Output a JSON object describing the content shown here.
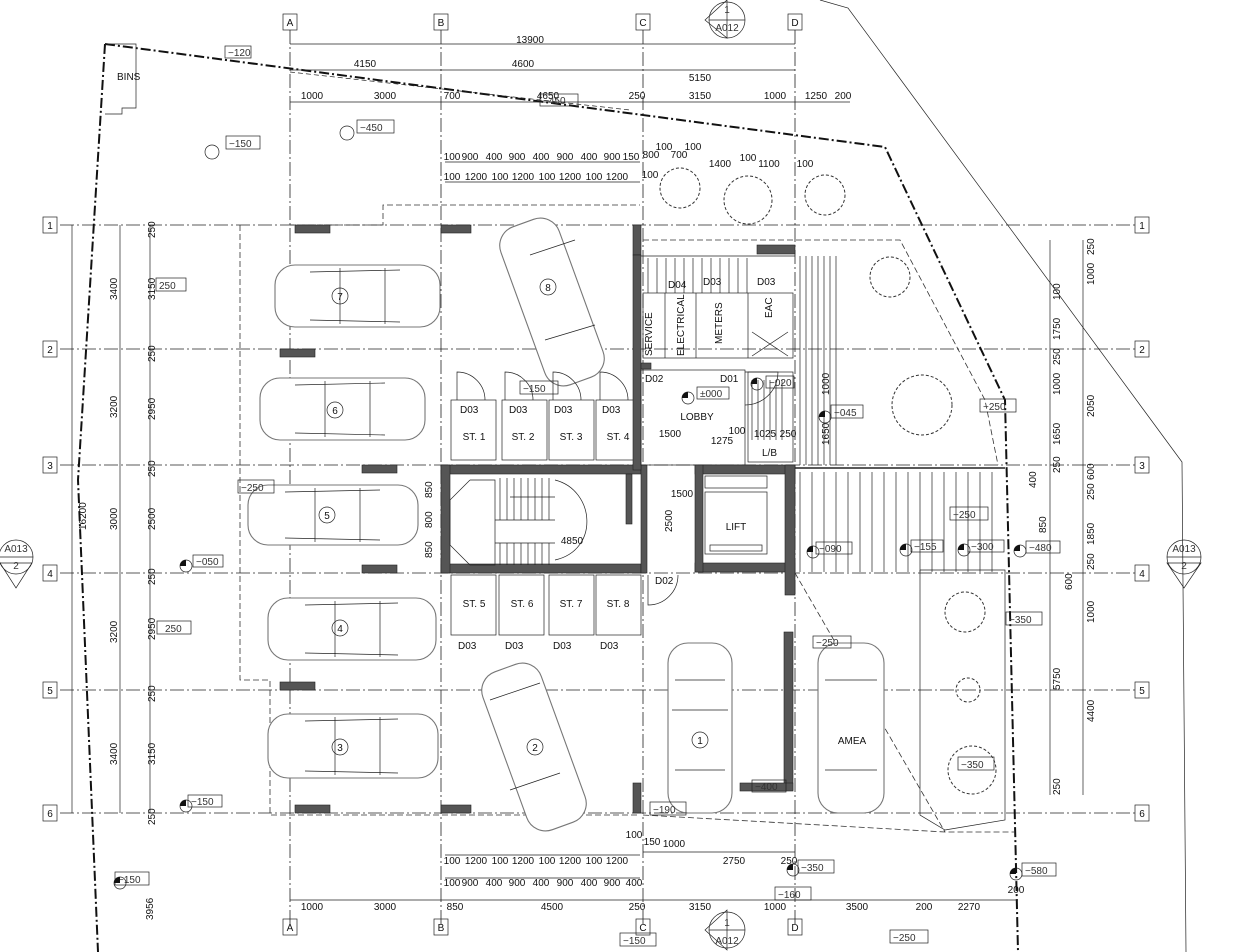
{
  "grid_letters": [
    "A",
    "B",
    "C",
    "D"
  ],
  "grid_numbers": [
    "1",
    "2",
    "3",
    "4",
    "5",
    "6"
  ],
  "section_tags": {
    "a012_num": "1",
    "a012_ref": "A012",
    "a013_num": "2",
    "a013_ref": "A013"
  },
  "labels": {
    "bins": "BINS",
    "lobby": "LOBBY",
    "lift": "LIFT",
    "amea": "AMEA",
    "lb": "L/B",
    "service": "SERVICE",
    "electrical": "ELECTRICAL",
    "meters": "METERS",
    "eac": "EAC"
  },
  "storerooms_top": [
    "ST. 1",
    "ST. 2",
    "ST. 3",
    "ST. 4"
  ],
  "storerooms_bottom": [
    "ST. 5",
    "ST. 6",
    "ST. 7",
    "ST. 8"
  ],
  "door_codes": {
    "d01": "D01",
    "d02": "D02",
    "d03": "D03",
    "d04": "D04"
  },
  "parking_spaces": [
    "7",
    "6",
    "5",
    "4",
    "3",
    "8",
    "2",
    "1"
  ],
  "dimensions": {
    "overall_top": "13900",
    "top2": [
      "4150",
      "4600",
      "5150"
    ],
    "top3": [
      "1000",
      "3000",
      "700",
      "4650",
      "250",
      "3150",
      "1000",
      "1250",
      "200"
    ],
    "stor_top_a": [
      "100",
      "900",
      "400",
      "900",
      "400",
      "900",
      "400",
      "900",
      "150",
      "800"
    ],
    "stor_top_b": [
      "100",
      "1200",
      "100",
      "1200",
      "100",
      "1200",
      "100",
      "1200",
      "100"
    ],
    "right_small": [
      "100",
      "700",
      "100",
      "1400",
      "100",
      "1100",
      "100"
    ],
    "left_a": [
      "3400",
      "3200",
      "3000",
      "3200",
      "3400"
    ],
    "left_b": [
      "250",
      "3150",
      "250",
      "2950",
      "250",
      "2500",
      "250",
      "2950",
      "250",
      "3150",
      "250"
    ],
    "left_total": "16200",
    "right_a": [
      "1000",
      "1750",
      "1000",
      "2050",
      "1650",
      "1850",
      "1000",
      "5750",
      "4400"
    ],
    "right_b": [
      "250",
      "100",
      "250",
      "600",
      "250",
      "250",
      "250",
      "250",
      "600"
    ],
    "right_400": "400",
    "right_850": "850",
    "interior": [
      "1500",
      "1275",
      "1500",
      "2500",
      "4850",
      "1000",
      "1650",
      "1025",
      "250",
      "100"
    ],
    "bottom_stor_a": [
      "100",
      "1200",
      "100",
      "1200",
      "100",
      "1200",
      "100",
      "1200"
    ],
    "bottom_stor_b": [
      "100",
      "900",
      "400",
      "900",
      "400",
      "900",
      "400",
      "900",
      "400"
    ],
    "bottom_misc": [
      "100",
      "150",
      "1000",
      "2750",
      "250",
      "200"
    ],
    "bottom_row": [
      "1000",
      "3000",
      "850",
      "4500",
      "250",
      "3150",
      "1000",
      "3500",
      "200",
      "2270"
    ],
    "left_bottom": "3956",
    "stair_800": "800",
    "stair_850": "850"
  },
  "levels": {
    "l_m120": "−120",
    "l_m150": "−150",
    "l_m450": "−450",
    "l_250": "250",
    "l_0": "±000",
    "l_m020": "−020",
    "l_m045": "−045",
    "l_m050": "−050",
    "l_m090": "−090",
    "l_m155": "−155",
    "l_m300": "−300",
    "l_m480": "−480",
    "l_m350": "−350",
    "l_m580": "−580",
    "l_m250": "−250",
    "l_m400": "−400",
    "l_m190": "−190",
    "l_m160": "−160"
  }
}
